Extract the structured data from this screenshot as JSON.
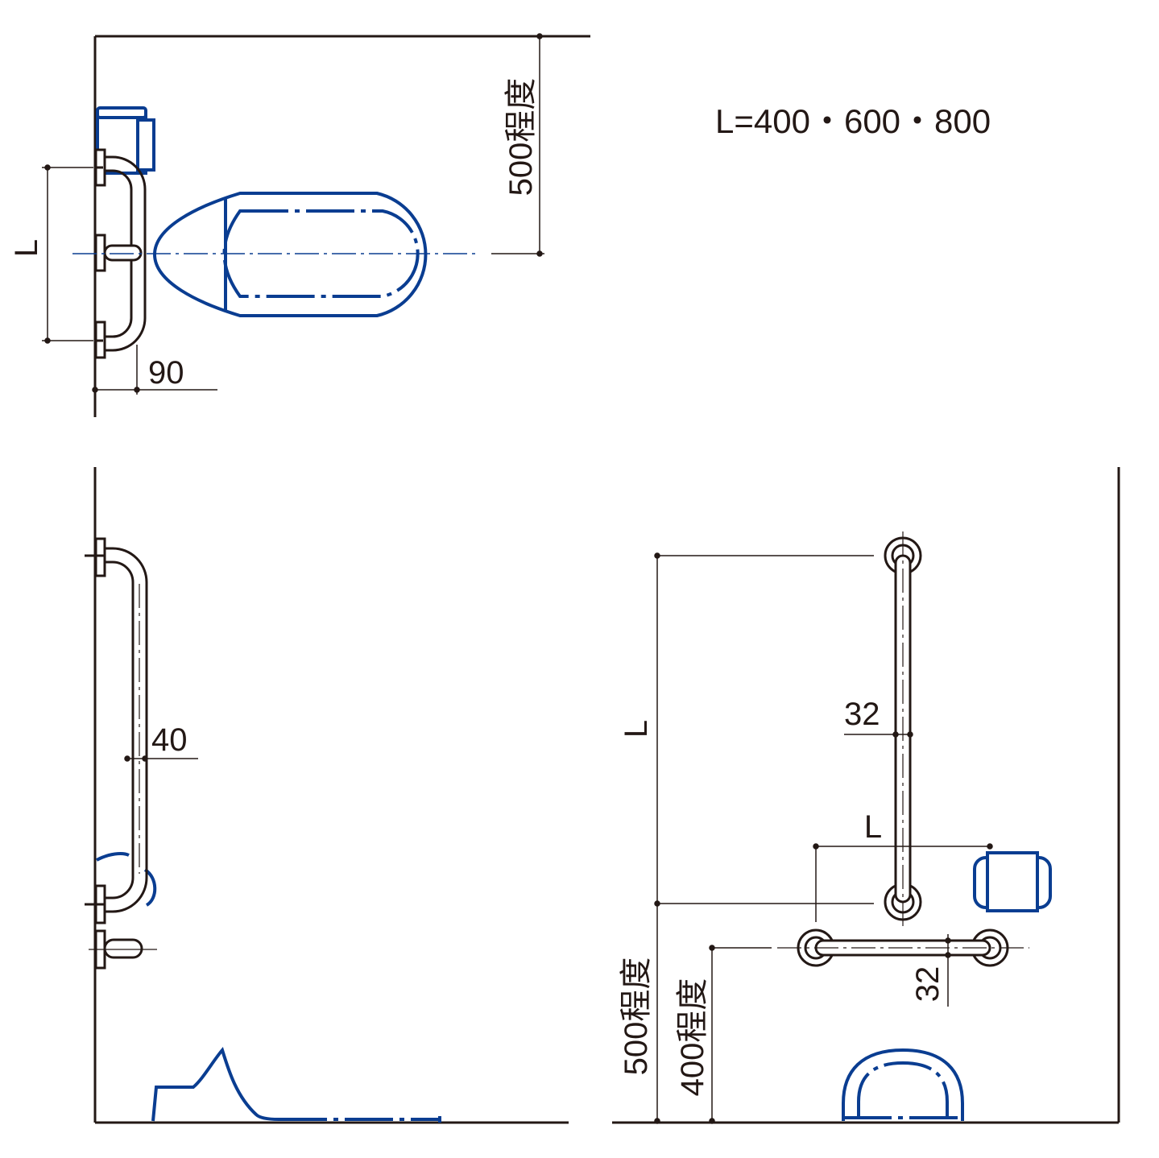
{
  "size_spec": "L=400・600・800",
  "plan_view": {
    "dim_length": "L",
    "dim_projection": "90",
    "dim_from_corner": "500程度"
  },
  "side_view": {
    "dim_bar_offset": "40"
  },
  "front_view": {
    "dim_vertical_length": "L",
    "dim_vertical_diameter": "32",
    "dim_horizontal_length": "L",
    "dim_horizontal_diameter": "32",
    "dim_height_vertical": "500程度",
    "dim_height_horizontal": "400程度"
  },
  "colors": {
    "line": "#231815",
    "fixture": "#0a3d91"
  }
}
